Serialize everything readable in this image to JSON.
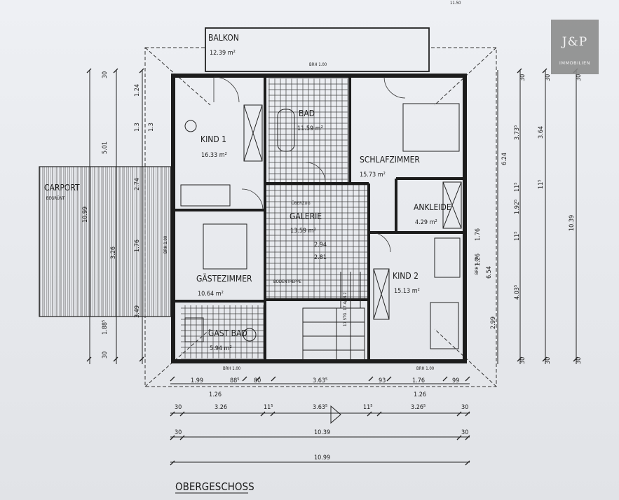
{
  "logo": {
    "text": "J&P",
    "sub": "IMMOBILIEN"
  },
  "plan_title": "OBERGESCHOSS",
  "rooms": {
    "balkon": {
      "name": "BALKON",
      "area": "12.39 m²"
    },
    "kind1": {
      "name": "KIND 1",
      "area": "16.33 m²"
    },
    "bad": {
      "name": "BAD",
      "area": "11.59 m²"
    },
    "schlafzimmer": {
      "name": "SCHLAFZIMMER",
      "area": "15.73 m²"
    },
    "ankleide": {
      "name": "ANKLEIDE",
      "area": "4.29 m²"
    },
    "carport": {
      "name": "CARPORT",
      "note": "BEGRÜNT"
    },
    "galerie": {
      "name": "GALERIE",
      "area": "13.59 m²",
      "note": "ÜBERZUG"
    },
    "gaestezimmer": {
      "name": "GÄSTEZIMMER",
      "area": "10.64 m²"
    },
    "kind2": {
      "name": "KIND 2",
      "area": "15.13 m²"
    },
    "gastbad": {
      "name": "GAST BAD",
      "area": "5.94 m²"
    }
  },
  "annotations": {
    "bodentreppe": "BODENTREPPE",
    "stairs": "17 STG. 17.4/28.2",
    "bru_top": "BRH 1.00",
    "bru_bottom_left": "BRH 1.00",
    "bru_bottom_right": "BRH 1.00",
    "bru_right": "BRH 1.00",
    "bru_left": "BRH 1.00",
    "height1": "2.94",
    "height2": "2.81",
    "top_dim": "11.50"
  },
  "dims_bottom": {
    "row1": [
      "1.99",
      "88⁵",
      "80",
      "3.63⁵",
      "93",
      "1.76",
      "99"
    ],
    "row1b": [
      "1.26",
      "1.26"
    ],
    "row2": [
      "30",
      "3.26",
      "11⁵",
      "3.63⁵",
      "11⁵",
      "3.26⁵",
      "30"
    ],
    "row3": [
      "30",
      "10.39",
      "30"
    ],
    "row4": [
      "10.99"
    ]
  },
  "dims_left": {
    "col1": [
      "30",
      "5.01",
      "1.88⁵",
      "30"
    ],
    "col2": [
      "1.24",
      "1.3",
      "1.3",
      "2.74",
      "1.76",
      "3.49"
    ],
    "col3": [
      "10.99",
      "3.26"
    ]
  },
  "dims_right": {
    "col1": [
      "6.24",
      "2.99"
    ],
    "col2": [
      "3.73⁵",
      "11⁵",
      "1.92⁵",
      "11⁵",
      "4.03⁵"
    ],
    "col3": [
      "3.64",
      "11⁵",
      "6.54"
    ],
    "col4": [
      "10.39"
    ],
    "col5": [
      "1.26",
      "1.76"
    ],
    "ends": [
      "30",
      "30",
      "30",
      "30",
      "30",
      "30"
    ]
  }
}
